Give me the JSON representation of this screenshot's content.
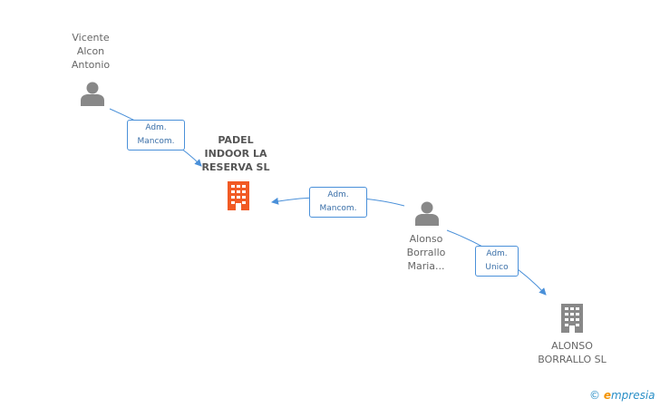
{
  "nodes": {
    "vicente": {
      "label": "Vicente\nAlcon\nAntonio",
      "type": "person"
    },
    "padel": {
      "label": "PADEL\nINDOOR LA\nRESERVA SL",
      "type": "company-main"
    },
    "alonso_person": {
      "label": "Alonso\nBorrallo\nMaria...",
      "type": "person"
    },
    "alonso_company": {
      "label": "ALONSO\nBORRALLO SL",
      "type": "company"
    }
  },
  "edges": [
    {
      "line1": "Adm.",
      "line2": "Mancom."
    },
    {
      "line1": "Adm.",
      "line2": "Mancom."
    },
    {
      "line1": "Adm.",
      "line2": "Unico"
    }
  ],
  "colors": {
    "person_icon": "#888888",
    "main_company_icon": "#f15a24",
    "company_icon": "#888888",
    "edge": "#4a90d9"
  },
  "watermark": {
    "copyright": "©",
    "brand_e": "e",
    "brand_rest": "mpresia"
  }
}
